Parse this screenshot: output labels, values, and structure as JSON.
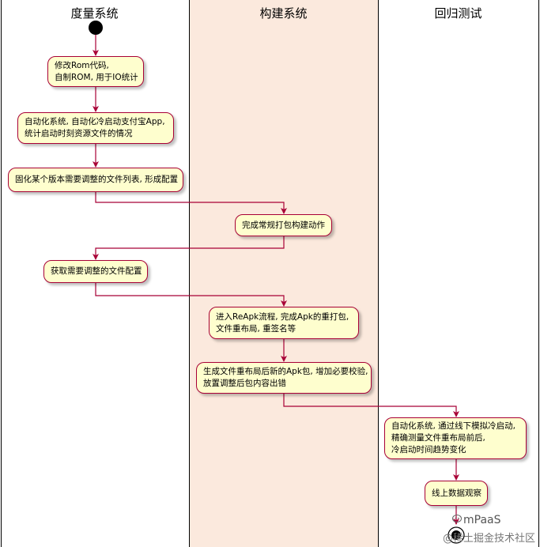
{
  "lanes": [
    {
      "title": "度量系统"
    },
    {
      "title": "构建系统"
    },
    {
      "title": "回归测试"
    }
  ],
  "nodes": {
    "modify_rom": [
      "修改Rom代码,",
      "自制ROM,  用于IO统计"
    ],
    "auto_stat": [
      "自动化系统, 自动化冷启动支付宝App,",
      "统计启动时刻资源文件的情况"
    ],
    "solidify": [
      "固化某个版本需要调整的文件列表, 形成配置"
    ],
    "normal_build": [
      "完成常规打包构建动作"
    ],
    "get_config": [
      "获取需要调整的文件配置"
    ],
    "reapk": [
      "进入ReApk流程,  完成Apk的重打包,",
      "文件重布局,  重签名等"
    ],
    "gen_apk": [
      "生成文件重布局后新的Apk包, 增加必要校验,",
      "放置调整后包内容出错"
    ],
    "auto_measure": [
      "自动化系统,  通过线下模拟冷启动,",
      "精确测量文件重布局前后,",
      "冷启动时间趋势变化"
    ],
    "online_observe": [
      "线上数据观察"
    ]
  },
  "watermark": {
    "brand": "mPaaS",
    "community": "@稀土掘金技术社区"
  },
  "colors": {
    "node_fill": "#fefece",
    "node_border": "#a80036",
    "arrow": "#a80036",
    "middle_lane_bg": "#fbe9dd"
  }
}
